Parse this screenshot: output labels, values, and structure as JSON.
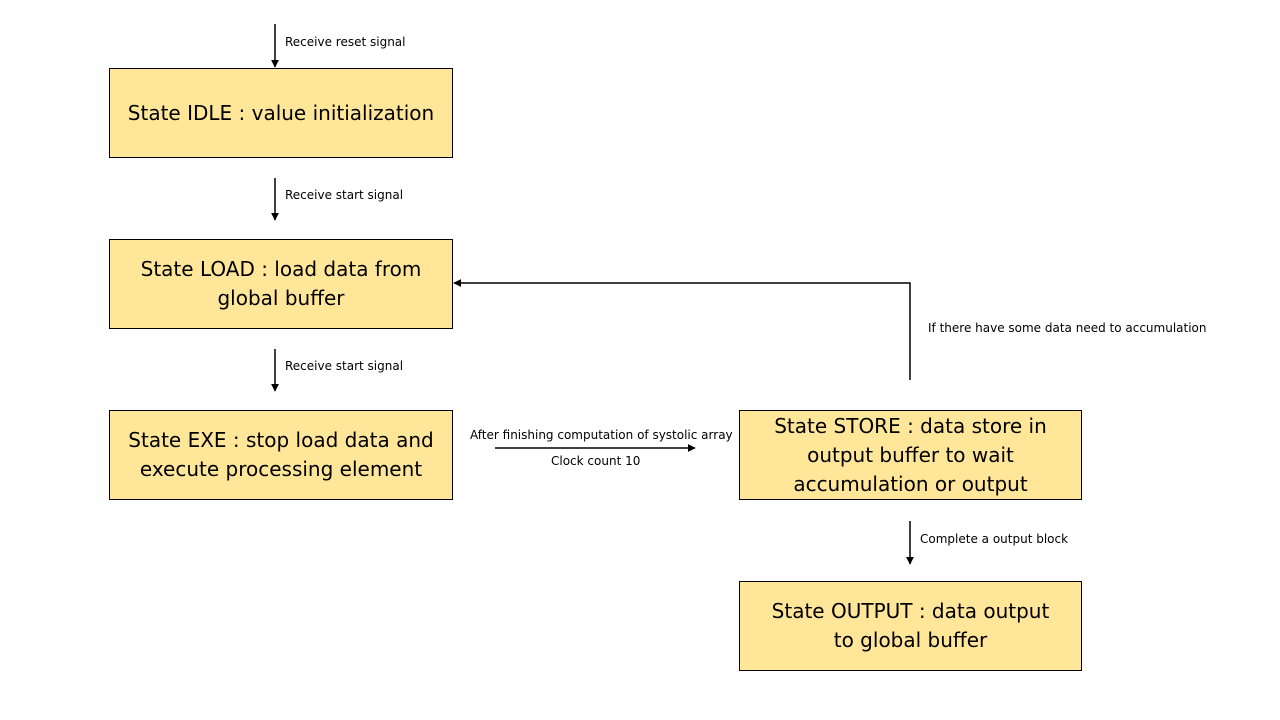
{
  "colors": {
    "state_fill": "#ffe699",
    "state_border": "#000000",
    "arrow": "#000000"
  },
  "states": {
    "idle": "State IDLE :  value initialization",
    "load": "State LOAD : load data from\nglobal buffer",
    "exe": "State EXE : stop load data and\nexecute processing element",
    "store": "State STORE : data store in\noutput buffer to wait\naccumulation or output",
    "output": "State OUTPUT : data output\nto global buffer"
  },
  "transitions": {
    "reset": "Receive reset signal",
    "idle_to_load": "Receive start signal",
    "load_to_exe": "Receive start signal",
    "exe_to_store": "After finishing computation of systolic array",
    "exe_to_store_count": "Clock count 10",
    "store_to_load": "If there have some data need to accumulation",
    "store_to_output": "Complete a output block"
  }
}
